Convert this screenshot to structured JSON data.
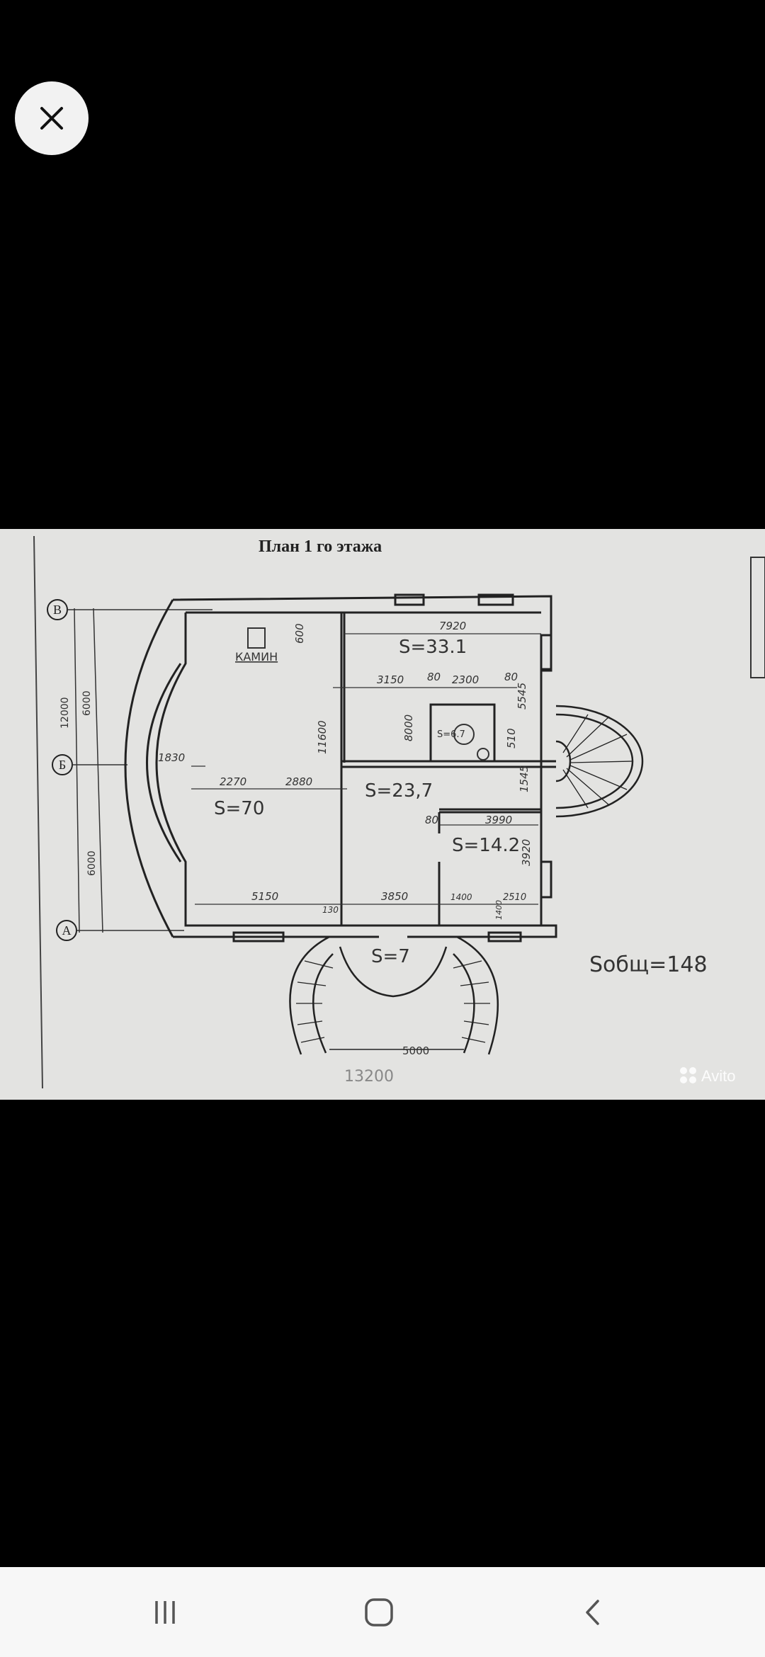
{
  "viewer": {
    "close_icon": "close-icon"
  },
  "plan": {
    "title": "План  1 го этажа",
    "axes": [
      "В",
      "Б",
      "А"
    ],
    "fireplace": "КАМИН",
    "rooms": {
      "r1": "S=33.1",
      "r2": "S=70",
      "r3": "S=23,7",
      "r4": "S=14.2",
      "r5": "S=7",
      "r6": "S=6.7",
      "total": "Sобщ=148"
    },
    "dims": {
      "d12000": "12000",
      "d6000a": "6000",
      "d6000b": "6000",
      "d7920": "7920",
      "d3150": "3150",
      "d80a": "80",
      "d2300": "2300",
      "d80b": "80",
      "d5545": "5545",
      "d8000": "8000",
      "d11600": "11600",
      "d600": "600",
      "d1830": "1830",
      "d2270": "2270",
      "d2880": "2880",
      "d510": "510",
      "d1545": "1545",
      "d80c": "80",
      "d3990": "3990",
      "d3920": "3920",
      "d5150": "5150",
      "d130": "130",
      "d3850": "3850",
      "d1400a": "1400",
      "d2510": "2510",
      "d1400b": "1400",
      "d5000": "5000",
      "d13200": "13200"
    },
    "watermark": "Avito"
  },
  "navbar": {
    "recents": "recents-icon",
    "home": "home-icon",
    "back": "back-icon"
  }
}
